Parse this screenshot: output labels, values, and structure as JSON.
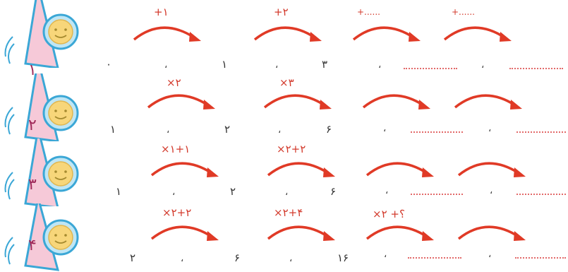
{
  "rows": [
    {
      "number": "۱",
      "rules": [
        "+۱",
        "+۲",
        "+......",
        "+......"
      ],
      "terms": [
        "۰",
        "۱",
        "۳"
      ]
    },
    {
      "number": "۲",
      "rules": [
        "×۲",
        "×۳",
        "",
        ""
      ],
      "terms": [
        "۱",
        "۲",
        "۶"
      ]
    },
    {
      "number": "۳",
      "rules": [
        "×۱+۱",
        "×۲+۲",
        "",
        ""
      ],
      "terms": [
        "۱",
        "۲",
        "۶"
      ]
    },
    {
      "number": "۴",
      "rules": [
        "×۲+۲",
        "×۲+۴",
        "×۲ +؟",
        ""
      ],
      "terms": [
        "۲",
        "۶",
        "۱۶"
      ]
    }
  ],
  "separator": "،",
  "colors": {
    "arrow": "#e03a26",
    "triangle_fill": "#f6c9d8",
    "triangle_stroke": "#3ba7d6",
    "circle_fill": "#f7d67a",
    "circle_stroke": "#3ba7d6",
    "blank": "#e26a6a",
    "text": "#333333"
  }
}
